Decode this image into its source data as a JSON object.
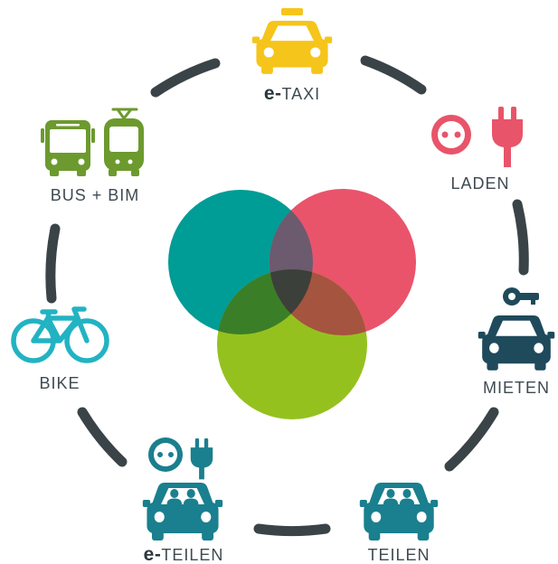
{
  "diagram": {
    "ring_color": "#3a4448",
    "venn": {
      "teal": "#009c96",
      "red": "#e9546b",
      "green": "#95c11f",
      "teal_red": "#6c5a6f",
      "teal_green": "#3a7f27",
      "red_green": "#a5543f",
      "center": "#3c403a"
    },
    "nodes": {
      "taxi": {
        "prefix": "e-",
        "label": "TAXI",
        "icons": [
          "taxi-icon"
        ],
        "color": "#f6c51b"
      },
      "laden": {
        "label": "LADEN",
        "icons": [
          "socket-icon",
          "plug-icon"
        ],
        "color": "#e8546a"
      },
      "mieten": {
        "label": "MIETEN",
        "icons": [
          "rental-car-key-icon"
        ],
        "color": "#1f4a5c"
      },
      "teilen": {
        "label": "TEILEN",
        "icons": [
          "carsharing-icon"
        ],
        "color": "#1a7f8e"
      },
      "e_teilen": {
        "prefix": "e-",
        "label": "TEILEN",
        "icons": [
          "socket-icon",
          "plug-icon",
          "carsharing-icon"
        ],
        "color": "#1a7f8e"
      },
      "bike": {
        "label": "BIKE",
        "icons": [
          "bicycle-icon"
        ],
        "color": "#22b3c3"
      },
      "bus_bim": {
        "label": "BUS + BIM",
        "icons": [
          "bus-icon",
          "tram-icon"
        ],
        "color": "#6c9a2e"
      }
    }
  }
}
